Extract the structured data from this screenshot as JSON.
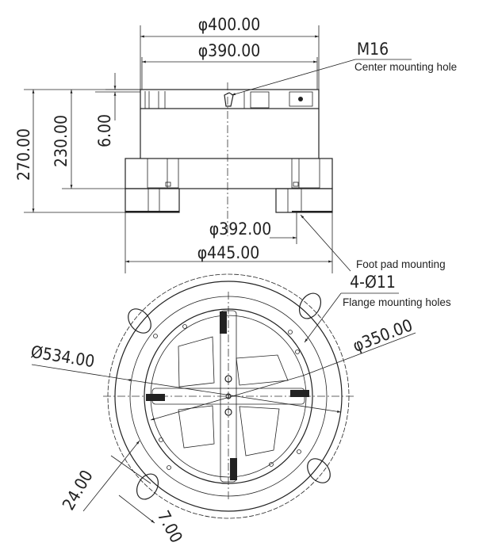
{
  "side_view": {
    "dims": {
      "d400": "φ400.00",
      "d390": "φ390.00",
      "h270": "270.00",
      "h230": "230.00",
      "h6": "6.00",
      "d392": "φ392.00",
      "d445": "φ445.00"
    },
    "callouts": {
      "m16": "M16",
      "center_hole": "Center mounting hole",
      "foot_pad": "Foot pad mounting"
    }
  },
  "bottom_view": {
    "dims": {
      "d534": "Ø534.00",
      "d350": "φ350.00",
      "w24": "24.00",
      "w7": "7.00"
    },
    "callouts": {
      "flange_spec": "4-Ø11",
      "flange_holes": "Flange mounting holes"
    }
  }
}
